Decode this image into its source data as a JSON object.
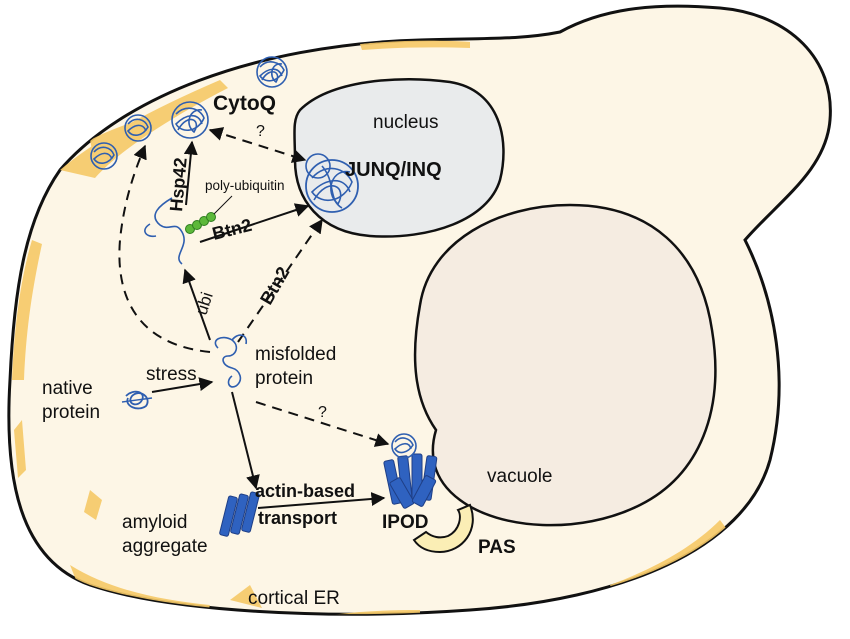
{
  "colors": {
    "cell_fill": "#fdf6e6",
    "cell_stroke": "#111111",
    "er_fill": "#f6c966",
    "nucleus_fill": "#e9ebec",
    "vacuole_fill": "#f5ece1",
    "aggregate_blue": "#2f5fb0",
    "amyloid_blue": "#2f62c0",
    "ubiquitin_green": "#5cb83a",
    "pas_fill": "#fbeeb5"
  },
  "labels": {
    "cytoq": "CytoQ",
    "nucleus": "nucleus",
    "junq": "JUNQ/INQ",
    "question_top": "?",
    "poly_ubiquitin": "poly-ubiquitin",
    "hsp42": "Hsp42",
    "btn2_horizontal": "Btn2",
    "btn2_diagonal": "Btn2",
    "ubi": "ubi",
    "misfolded_line1": "misfolded",
    "misfolded_line2": "protein",
    "stress": "stress",
    "native_line1": "native",
    "native_line2": "protein",
    "question_bottom": "?",
    "vacuole": "vacuole",
    "actin_line1": "actin-based",
    "actin_line2": "transport",
    "ipod": "IPOD",
    "pas": "PAS",
    "amyloid_line1": "amyloid",
    "amyloid_line2": "aggregate",
    "cortical_er": "cortical ER"
  }
}
